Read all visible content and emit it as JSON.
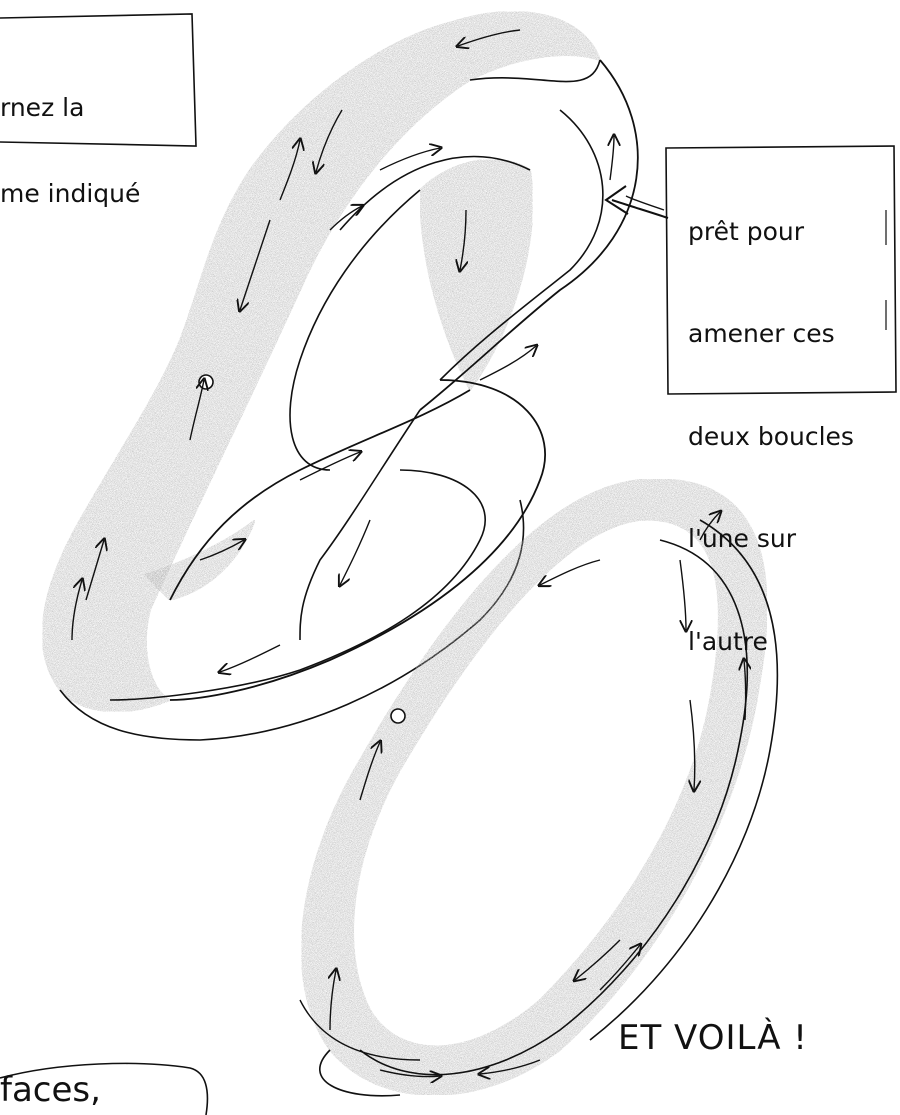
{
  "notes": {
    "top_left": [
      "rnez la",
      "me indiqué"
    ],
    "right": [
      "prêt pour",
      "amener ces",
      "deux boucles",
      "l'une sur",
      "l'autre"
    ]
  },
  "final_text": "ET VOILÀ !",
  "bubble_text": "faces,",
  "colors": {
    "ink": "#111111",
    "band_shade": "#8c8c8c",
    "paper": "#ffffff"
  },
  "figures": {
    "upper": "twisted-band",
    "lower": "double-loop-band"
  }
}
